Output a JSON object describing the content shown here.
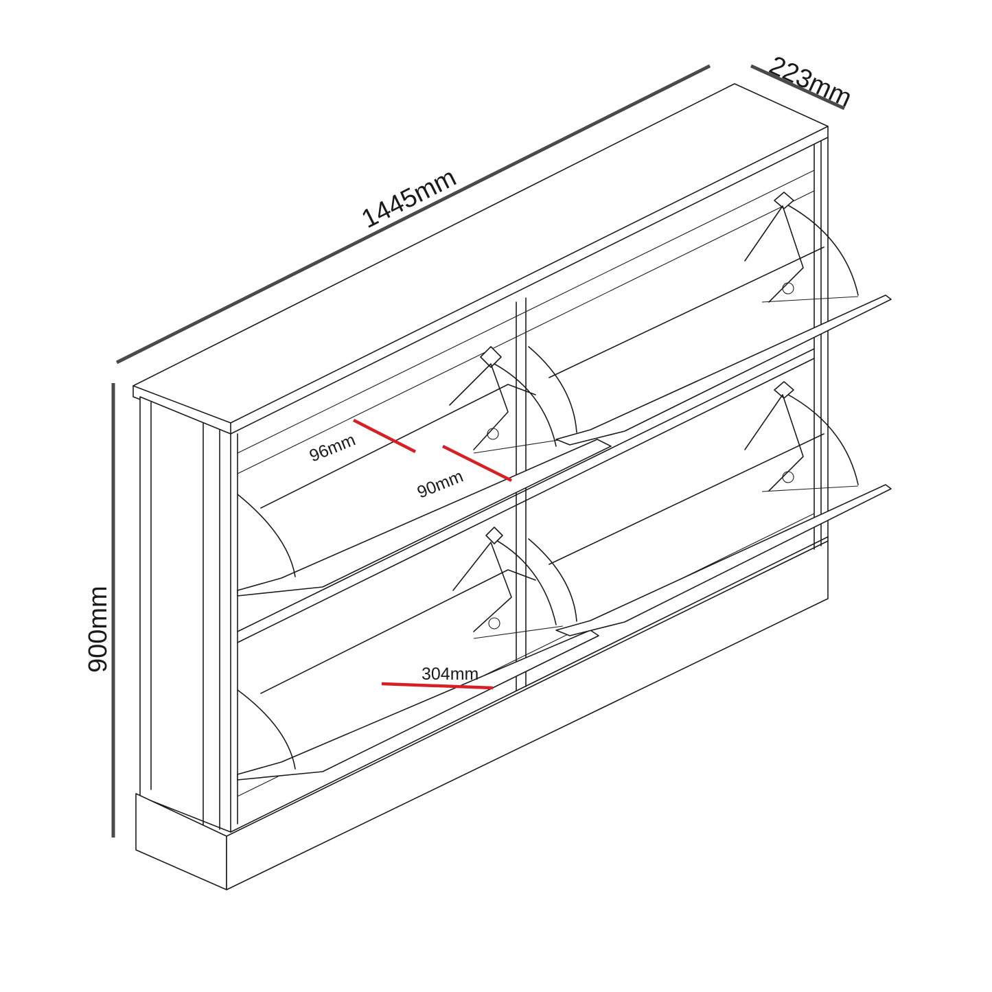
{
  "dimensions": {
    "width": "1445mm",
    "depth": "223mm",
    "height": "900mm"
  },
  "details": {
    "flap_gap_top": "96mm",
    "flap_gap_bottom": "90mm",
    "flap_depth": "304mm"
  },
  "colors": {
    "dimension_line": "#4a4a4a",
    "detail_line": "#d61f26",
    "outline": "#1a1a1a"
  }
}
